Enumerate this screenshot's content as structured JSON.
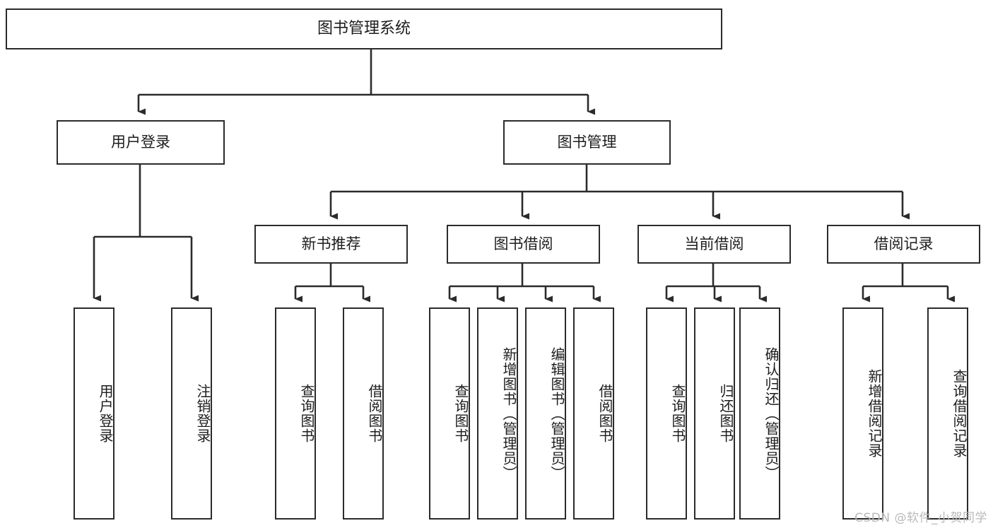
{
  "diagram": {
    "type": "tree",
    "title": "图书管理系统",
    "watermark": "CSDN @软件_小贺同学",
    "colors": {
      "box_border": "#2b2b2b",
      "box_fill": "#ffffff",
      "edge": "#2b2b2b",
      "text": "#1d1d1d",
      "watermark": "#b9b9b9"
    },
    "levels": {
      "root": {
        "label": "图书管理系统"
      },
      "level2": [
        {
          "label": "用户登录"
        },
        {
          "label": "图书管理"
        }
      ],
      "level3": [
        {
          "label": "新书推荐"
        },
        {
          "label": "图书借阅"
        },
        {
          "label": "当前借阅"
        },
        {
          "label": "借阅记录"
        }
      ],
      "leaves": {
        "user_login": [
          {
            "label": "用户登录"
          },
          {
            "label": "注销登录"
          }
        ],
        "new_book_recommend": [
          {
            "label": "查询图书"
          },
          {
            "label": "借阅图书"
          }
        ],
        "book_borrow": [
          {
            "label": "查询图书"
          },
          {
            "label": "新增图书（管理员）"
          },
          {
            "label": "编辑图书（管理员）"
          },
          {
            "label": "借阅图书"
          }
        ],
        "current_borrow": [
          {
            "label": "查询图书"
          },
          {
            "label": "归还图书"
          },
          {
            "label": "确认归还（管理员）"
          }
        ],
        "borrow_record": [
          {
            "label": "新增借阅记录"
          },
          {
            "label": "查询借阅记录"
          }
        ]
      }
    }
  }
}
